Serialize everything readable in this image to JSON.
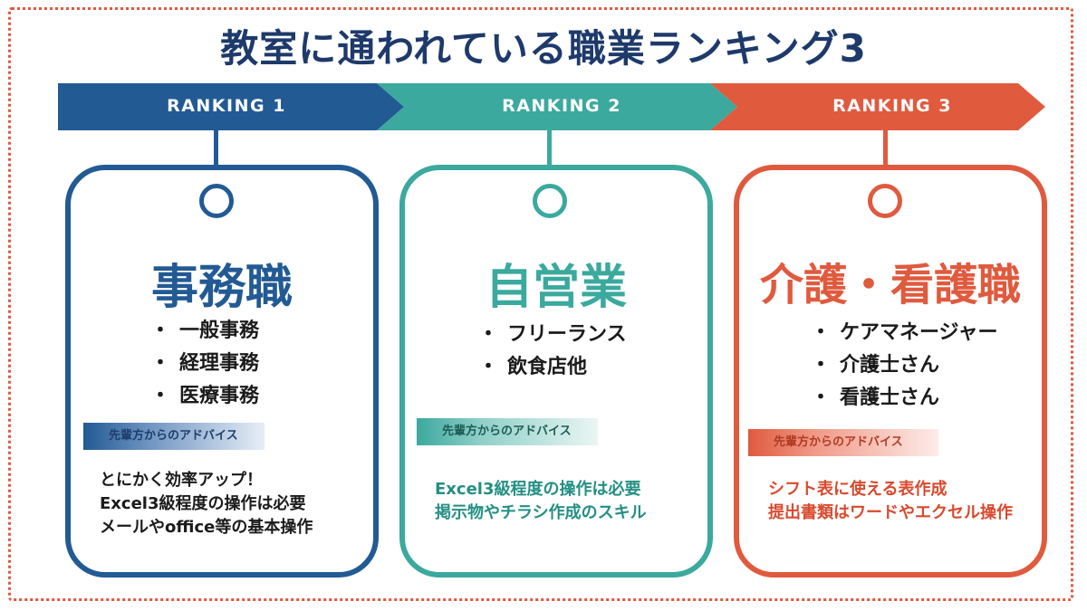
{
  "title": "教室に通われている職業ランキング3",
  "colors": {
    "blue": "#225a94",
    "teal": "#3ba99e",
    "red": "#e05a3e",
    "title": "#1e3a6b"
  },
  "rankings": [
    {
      "label": "RANKING 1",
      "job": "事務職",
      "items": [
        "一般事務",
        "経理事務",
        "医療事務"
      ],
      "advice_label": "先輩方からのアドバイス",
      "advice_lines": [
        "とにかく効率アップ！",
        "Excel3級程度の操作は必要",
        "メールやoffice等の基本操作"
      ]
    },
    {
      "label": "RANKING 2",
      "job": "自営業",
      "items": [
        "フリーランス",
        "飲食店他"
      ],
      "advice_label": "先輩方からのアドバイス",
      "advice_lines": [
        "Excel3級程度の操作は必要",
        "掲示物やチラシ作成のスキル"
      ]
    },
    {
      "label": "RANKING 3",
      "job": "介護・看護職",
      "items": [
        "ケアマネージャー",
        "介護士さん",
        "看護士さん"
      ],
      "advice_label": "先輩方からのアドバイス",
      "advice_lines": [
        "シフト表に使える表作成",
        "提出書類はワードやエクセル操作"
      ]
    }
  ]
}
